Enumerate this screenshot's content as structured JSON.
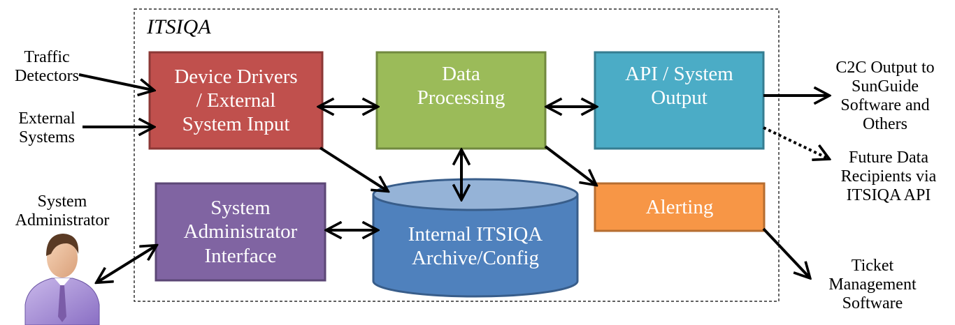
{
  "title": "ITSIQA",
  "blocks": {
    "device_drivers": [
      "Device Drivers",
      "/ External",
      "System Input"
    ],
    "data_processing": [
      "Data",
      "Processing"
    ],
    "api_output": [
      "API / System",
      "Output"
    ],
    "sys_admin_interface": [
      "System",
      "Administrator",
      "Interface"
    ],
    "archive": [
      "Internal ITSIQA",
      "Archive/Config"
    ],
    "alerting": [
      "Alerting"
    ]
  },
  "external": {
    "traffic_detectors": [
      "Traffic",
      "Detectors"
    ],
    "external_systems": [
      "External",
      "Systems"
    ],
    "system_administrator": [
      "System",
      "Administrator"
    ],
    "c2c_output": [
      "C2C Output to",
      "SunGuide",
      "Software and",
      "Others"
    ],
    "future_recipients": [
      "Future Data",
      "Recipients via",
      "ITSIQA API"
    ],
    "ticket_management": [
      "Ticket",
      "Management",
      "Software"
    ]
  },
  "colors": {
    "device_drivers": "#c0504d",
    "data_processing": "#9bbb59",
    "api_output": "#4bacc6",
    "sys_admin_interface": "#8064a2",
    "archive": "#4f81bd",
    "alerting": "#f79646"
  }
}
